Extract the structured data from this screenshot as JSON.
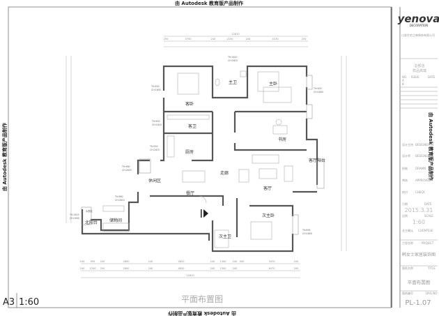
{
  "watermark": "由 Autodesk 教育版产品制作",
  "sheet": {
    "paper": "A3",
    "scale": "1:60",
    "title": "平面布置图"
  },
  "rooms": {
    "guest_bedroom": "客卧",
    "master_bath": "主卫",
    "master_bedroom": "主卧",
    "guest_bath": "客卫",
    "kitchen": "厨房",
    "study": "书房",
    "living_balcony": "客厅阳台",
    "leisure": "休闲区",
    "dining": "餐厅",
    "corridor": "走廊",
    "living": "客厅",
    "storage": "储物间",
    "north_balcony": "北阳台",
    "meter_cabinet": "水表柜",
    "second_bedroom": "次主卧",
    "second_bath": "次主卫"
  },
  "window_notes": {
    "w1": [
      "TH:900",
      "CH:1600"
    ],
    "w2": [
      "TH:900",
      "CH:1610"
    ],
    "w3": [
      "TH:950",
      "CH:1615"
    ],
    "w4": [
      "TH:1610",
      "CH:1610"
    ],
    "w5": [
      "TH:900",
      "CH:1600"
    ],
    "w6": [
      "TH:960",
      "CH:2625"
    ],
    "w7": [
      "TH:960",
      "CH:2610"
    ],
    "w8": [
      "TH:1615",
      "CH:1600"
    ],
    "w9": [
      "TH:895",
      "CH:1800"
    ]
  },
  "dimensions": {
    "top_total": "12810",
    "top_row": [
      "250",
      "3700",
      "240",
      "2100",
      "240",
      "4130",
      "250"
    ],
    "bottom_row1": [
      "240",
      "995",
      "200",
      "2800",
      "240",
      "4820",
      "240",
      "1300",
      "240",
      "900",
      "3470",
      "200"
    ],
    "bottom_row2": [
      "240",
      "1250",
      "200",
      "2800",
      "240",
      "4820",
      "240",
      "1300",
      "240",
      "6470",
      "200"
    ],
    "bottom_total": "12810"
  },
  "title_block": {
    "logo": "yenova",
    "logo_sub": "DECORATION",
    "company_lines": [
      "川发住宅之神装饰有限公司"
    ],
    "store": [
      "总部店",
      "样品高端"
    ],
    "rev_headers": [
      "NO.",
      "ISSUE",
      "DATE"
    ],
    "rev_rows": [
      "A",
      "B"
    ],
    "fields": [
      {
        "cn": "设计主持",
        "en": "DESIGNER-IN"
      },
      {
        "cn": "设计师",
        "en": "DESIGNER"
      },
      {
        "cn": "绘制",
        "en": "DRAWN"
      },
      {
        "cn": "审核",
        "en": "APPROVED"
      },
      {
        "cn": "校对",
        "en": "CHECK"
      },
      {
        "cn": "日期",
        "en": "DATE",
        "value": "2015.3.31"
      },
      {
        "cn": "比例",
        "en": "SCALE",
        "value": "1:60"
      },
      {
        "cn": "业主确认",
        "en": "CLIENTELE"
      },
      {
        "cn": "工程名称",
        "en": "PROJECT",
        "value": "韩女士家居装饰图"
      },
      {
        "cn": "图纸名称",
        "en": "TITLE",
        "value": "平面布置图"
      },
      {
        "cn": "图纸编号",
        "en": "DRG.NO",
        "value": "PL-1.07"
      }
    ]
  }
}
